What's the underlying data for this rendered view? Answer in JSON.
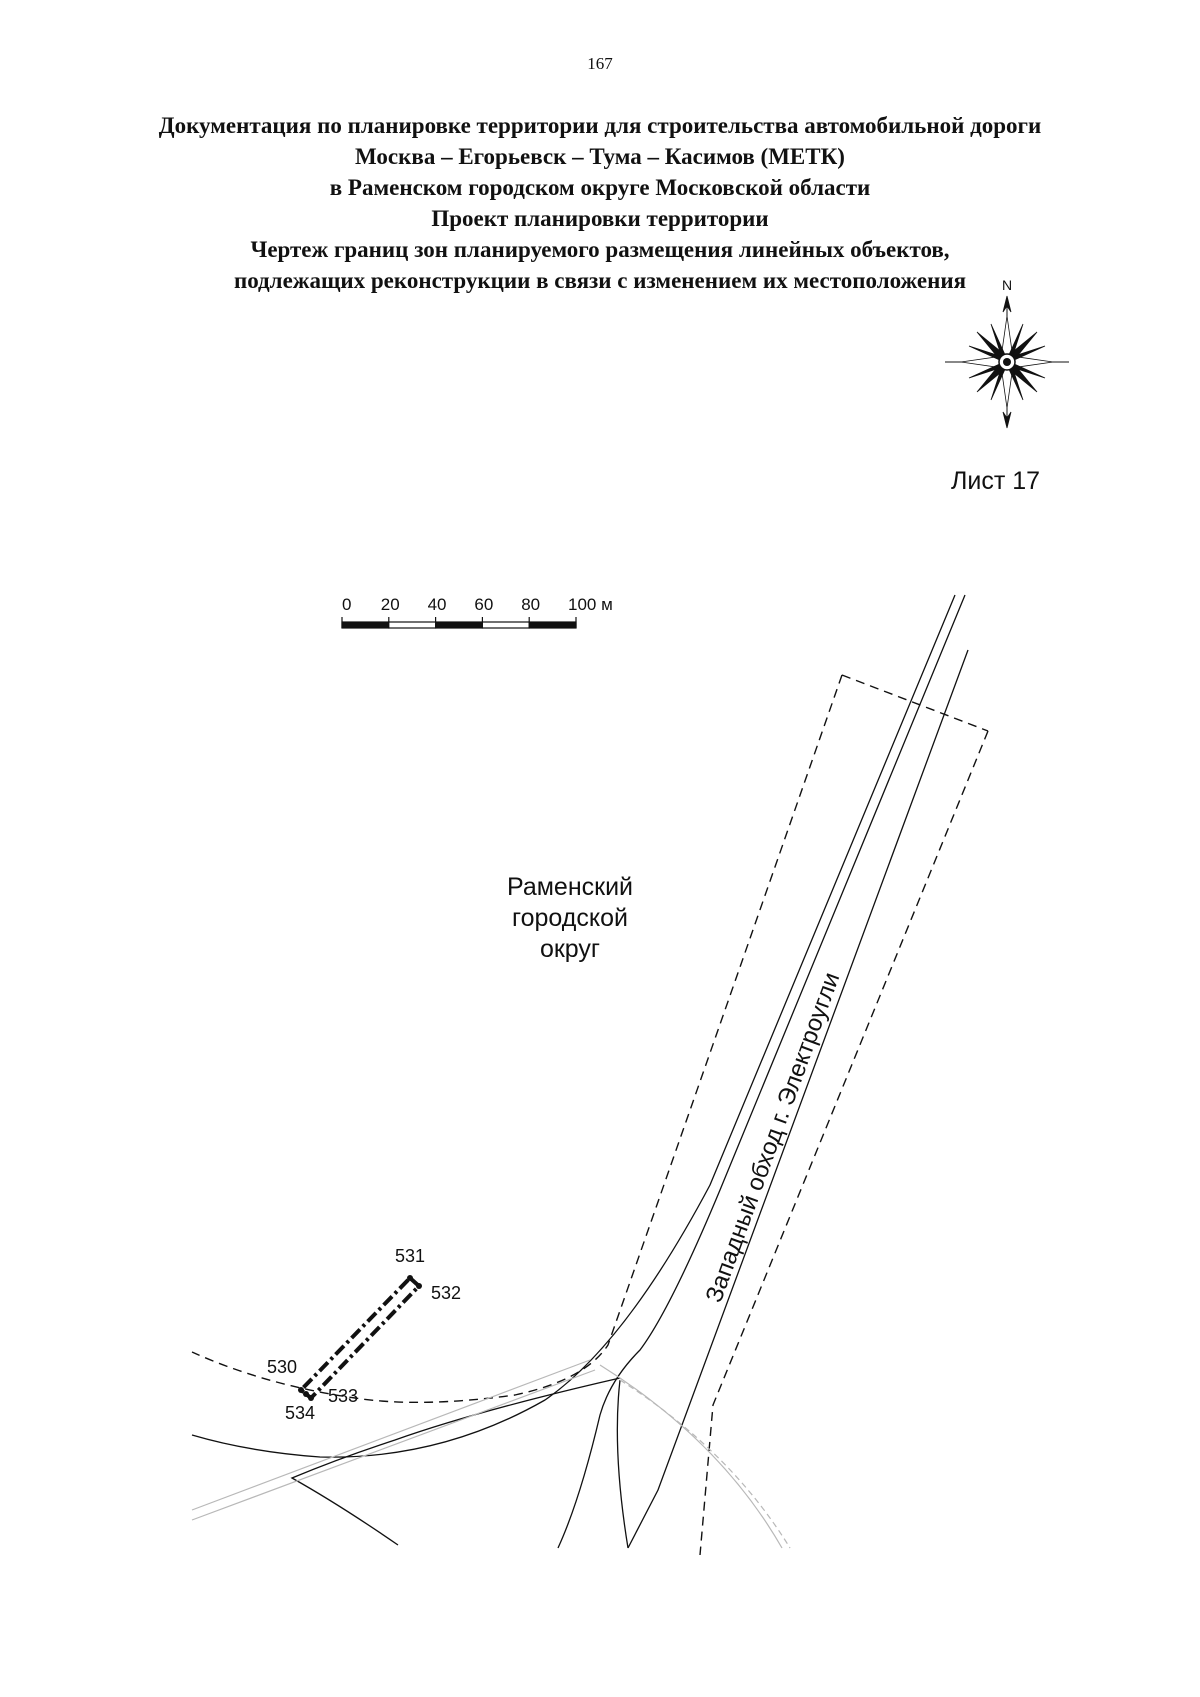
{
  "page_number": "167",
  "title_lines": [
    "Документация по планировке территории для строительства автомобильной дороги",
    "Москва – Егорьевск – Тума – Касимов (МЕТК)",
    "в Раменском городском округе Московской области",
    "Проект планировки территории",
    "Чертеж границ зон планируемого размещения линейных объектов,",
    "подлежащих реконструкции в связи с изменением их местоположения"
  ],
  "compass": {
    "north_label": "N"
  },
  "sheet_label": "Лист 17",
  "scale_bar": {
    "ticks": [
      "0",
      "20",
      "40",
      "60",
      "80",
      "100 м"
    ],
    "max_value": 100,
    "unit": "м"
  },
  "area_label": [
    "Раменский",
    "городской",
    "округ"
  ],
  "road_label": "Западный обход г. Электроугли",
  "points": [
    "530",
    "531",
    "532",
    "533",
    "534"
  ],
  "colors": {
    "ink": "#111111",
    "gray_line": "#b8b8b8"
  }
}
